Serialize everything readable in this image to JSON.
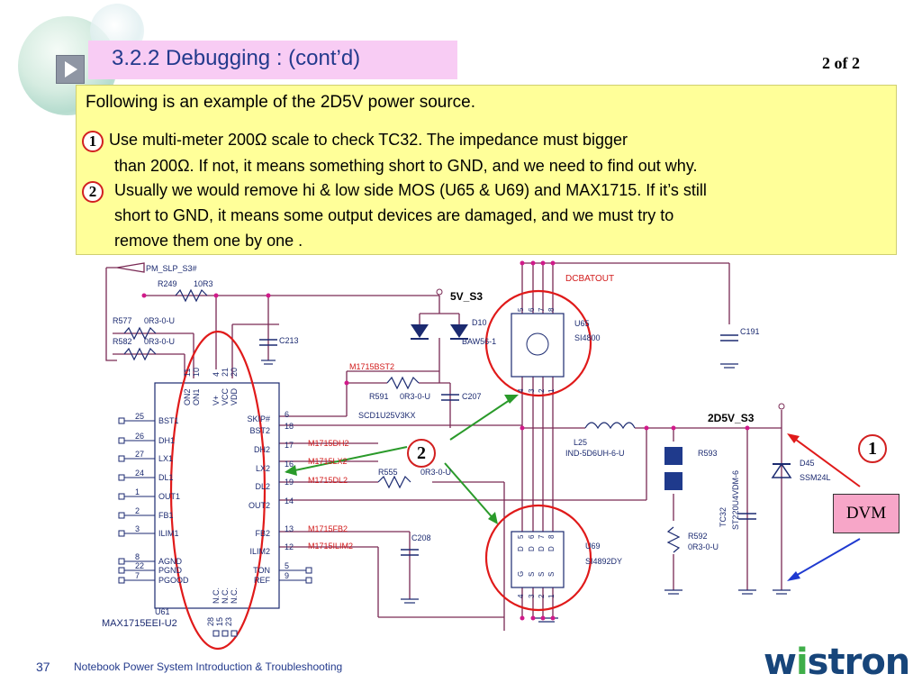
{
  "header": {
    "title": "3.2.2 Debugging : (cont’d)",
    "page_indicator": "2 of 2"
  },
  "note": {
    "intro": "Following is an example of the 2D5V power source.",
    "step1_num": "1",
    "step1_line1": "Use multi-meter 200Ω scale to check TC32.  The impedance must bigger",
    "step1_line2": "than 200Ω. If not, it means something short to GND, and we need to find out why.",
    "step2_num": "2",
    "step2_line1": "Usually we would remove hi & low side MOS (U65 & U69) and MAX1715.  If it’s still",
    "step2_line2": "short to GND, it means some output devices are damaged, and we must try to",
    "step2_line3": "remove them one by one ."
  },
  "schematic": {
    "net_pm_slp": "PM_SLP_S3#",
    "r249": "R249",
    "r249_val": "10R3",
    "r577": "R577",
    "r577_val": "0R3-0-U",
    "r582": "R582",
    "r582_val": "0R3-0-U",
    "c213": "C213",
    "net_5v_s3": "5V_S3",
    "d10": "D10",
    "d10_part": "BAW56-1",
    "net_bst2": "M1715BST2",
    "r591": "R591",
    "r591_val": "0R3-0-U",
    "c207": "C207",
    "c207_val": "SCD1U25V3KX",
    "u65": "U65",
    "u65_part": "SI4800",
    "dcbatout": "DCBATOUT",
    "c191": "C191",
    "net_2d5v_s3": "2D5V_S3",
    "l25": "L25",
    "l25_part": "IND-5D6UH-6-U",
    "r593": "R593",
    "d45": "D45",
    "d45_part": "SSM24L",
    "tc32": "TC32",
    "tc32_part": "ST220U4VDM-6",
    "r592": "R592",
    "r592_val": "0R3-0-U",
    "u69": "U69",
    "u69_part": "SI4892DY",
    "r555": "R555",
    "r555_val": "0R3-0-U",
    "c208": "C208",
    "net_dh2": "M1715DH2",
    "net_lx2": "M1715LX2",
    "net_dl2": "M1715DL2",
    "net_fb2": "M1715FB2",
    "net_ilim2": "M1715ILIM2",
    "u61": "U61",
    "u61_part": "MAX1715EEI-U2",
    "ic_left_pins": [
      "BST1",
      "DH1",
      "LX1",
      "DL1",
      "OUT1",
      "FB1",
      "ILIM1",
      "AGND",
      "PGND",
      "PGOOD"
    ],
    "ic_left_nums": [
      "25",
      "26",
      "27",
      "24",
      "1",
      "2",
      "3",
      "8",
      "22",
      "7"
    ],
    "ic_right_pins": [
      "SKIP#",
      "BST2",
      "DH2",
      "LX2",
      "DL2",
      "OUT2",
      "FB2",
      "ILIM2",
      "TON",
      "REF"
    ],
    "ic_right_nums": [
      "6",
      "18",
      "17",
      "16",
      "19",
      "14",
      "13",
      "12",
      "5",
      "9"
    ],
    "ic_top_pins": [
      "ON2",
      "ON1",
      "V+",
      "VCC",
      "VDD"
    ],
    "ic_top_nums": [
      "11",
      "10",
      "4",
      "21",
      "20"
    ],
    "ic_bottom_pins": [
      "N.C.",
      "N.C.",
      "N.C."
    ],
    "ic_bottom_nums": [
      "28",
      "15",
      "23"
    ],
    "u65_pins_top": [
      "5",
      "6",
      "7",
      "8"
    ],
    "u65_pins_bottom": [
      "4",
      "3",
      "2",
      "1"
    ],
    "u69_pins_top": [
      "5",
      "6",
      "7",
      "8"
    ],
    "u69_pins_bottom": [
      "4",
      "3",
      "2",
      "1"
    ],
    "u69_top_letters": [
      "D",
      "D",
      "D",
      "D"
    ],
    "u69_bottom_letters": [
      "G",
      "S",
      "S",
      "S"
    ]
  },
  "annotations": {
    "callout1": "1",
    "callout2": "2",
    "dvm": "DVM"
  },
  "footer": {
    "page_number": "37",
    "text": "Notebook Power System Introduction & Troubleshooting",
    "logo_pre": "w",
    "logo_i": "i",
    "logo_post": "stron"
  }
}
